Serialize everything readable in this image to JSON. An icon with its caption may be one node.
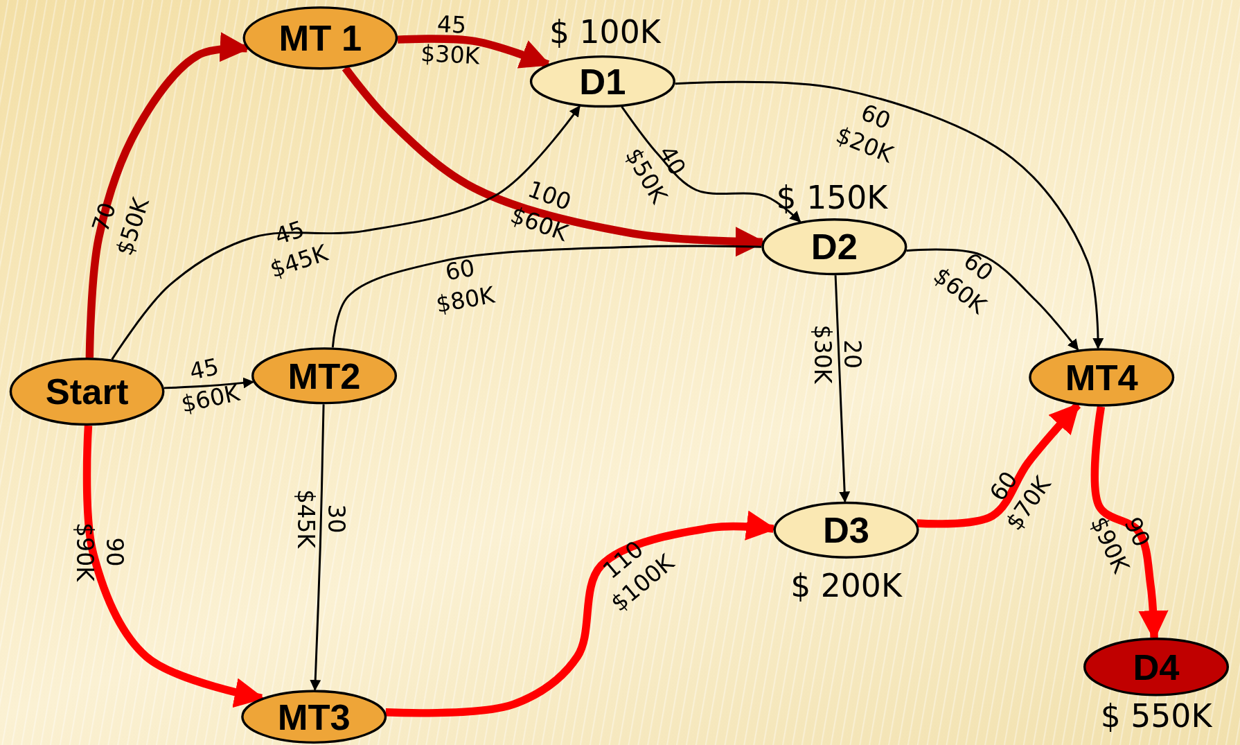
{
  "diagram": {
    "nodes": [
      {
        "text": [
          "MT 1"
        ]
      },
      {
        "text": [
          "D1"
        ],
        "beside": [
          "$ 100K"
        ]
      },
      {
        "text": [
          "D2"
        ],
        "beside": [
          "$ 150K"
        ]
      },
      {
        "text": [
          "Start"
        ]
      },
      {
        "text": [
          "MT2"
        ]
      },
      {
        "text": [
          "MT4"
        ]
      },
      {
        "text": [
          "D3"
        ],
        "beside": [
          "$ 200K"
        ]
      },
      {
        "text": [
          "MT3"
        ]
      },
      {
        "text": [
          "D4"
        ],
        "beside": [
          "$ 550K"
        ]
      }
    ],
    "edges": [
      {
        "from": 3,
        "to": 0,
        "arrow": "to",
        "label": "70 $50K",
        "style": "thick",
        "color": "#c00000"
      },
      {
        "from": 0,
        "to": 1,
        "arrow": "to",
        "label": "45 $30K",
        "style": "thick",
        "color": "#c00000"
      },
      {
        "from": 0,
        "to": 2,
        "arrow": "to",
        "label": "100 $60K",
        "style": "thick",
        "color": "#c00000"
      },
      {
        "from": 3,
        "to": 1,
        "arrow": "to",
        "label": "45 $45K"
      },
      {
        "from": 3,
        "to": 4,
        "arrow": "to",
        "label": "45 $60K"
      },
      {
        "from": 3,
        "to": 7,
        "arrow": "to",
        "label": "90 $90K",
        "style": "thick",
        "color": "#ff0000"
      },
      {
        "from": 1,
        "to": 2,
        "arrow": "to",
        "label": "40 $50K"
      },
      {
        "from": 1,
        "to": 5,
        "arrow": "to",
        "label": "60 $20K"
      },
      {
        "from": 4,
        "to": 2,
        "arrow": "none",
        "label": "60 $80K"
      },
      {
        "from": 4,
        "to": 7,
        "arrow": "to",
        "label": "30 $45K"
      },
      {
        "from": 2,
        "to": 5,
        "arrow": "to",
        "label": "60 $60K"
      },
      {
        "from": 2,
        "to": 6,
        "arrow": "to",
        "label": "20 $30K"
      },
      {
        "from": 7,
        "to": 6,
        "arrow": "to",
        "label": "110 $100K",
        "style": "thick",
        "color": "#ff0000"
      },
      {
        "from": 6,
        "to": 5,
        "arrow": "to",
        "label": "60 $70K",
        "style": "thick",
        "color": "#ff0000"
      },
      {
        "from": 5,
        "to": 8,
        "arrow": "to",
        "label": "90 $90K",
        "style": "thick",
        "color": "#ff0000"
      }
    ]
  }
}
